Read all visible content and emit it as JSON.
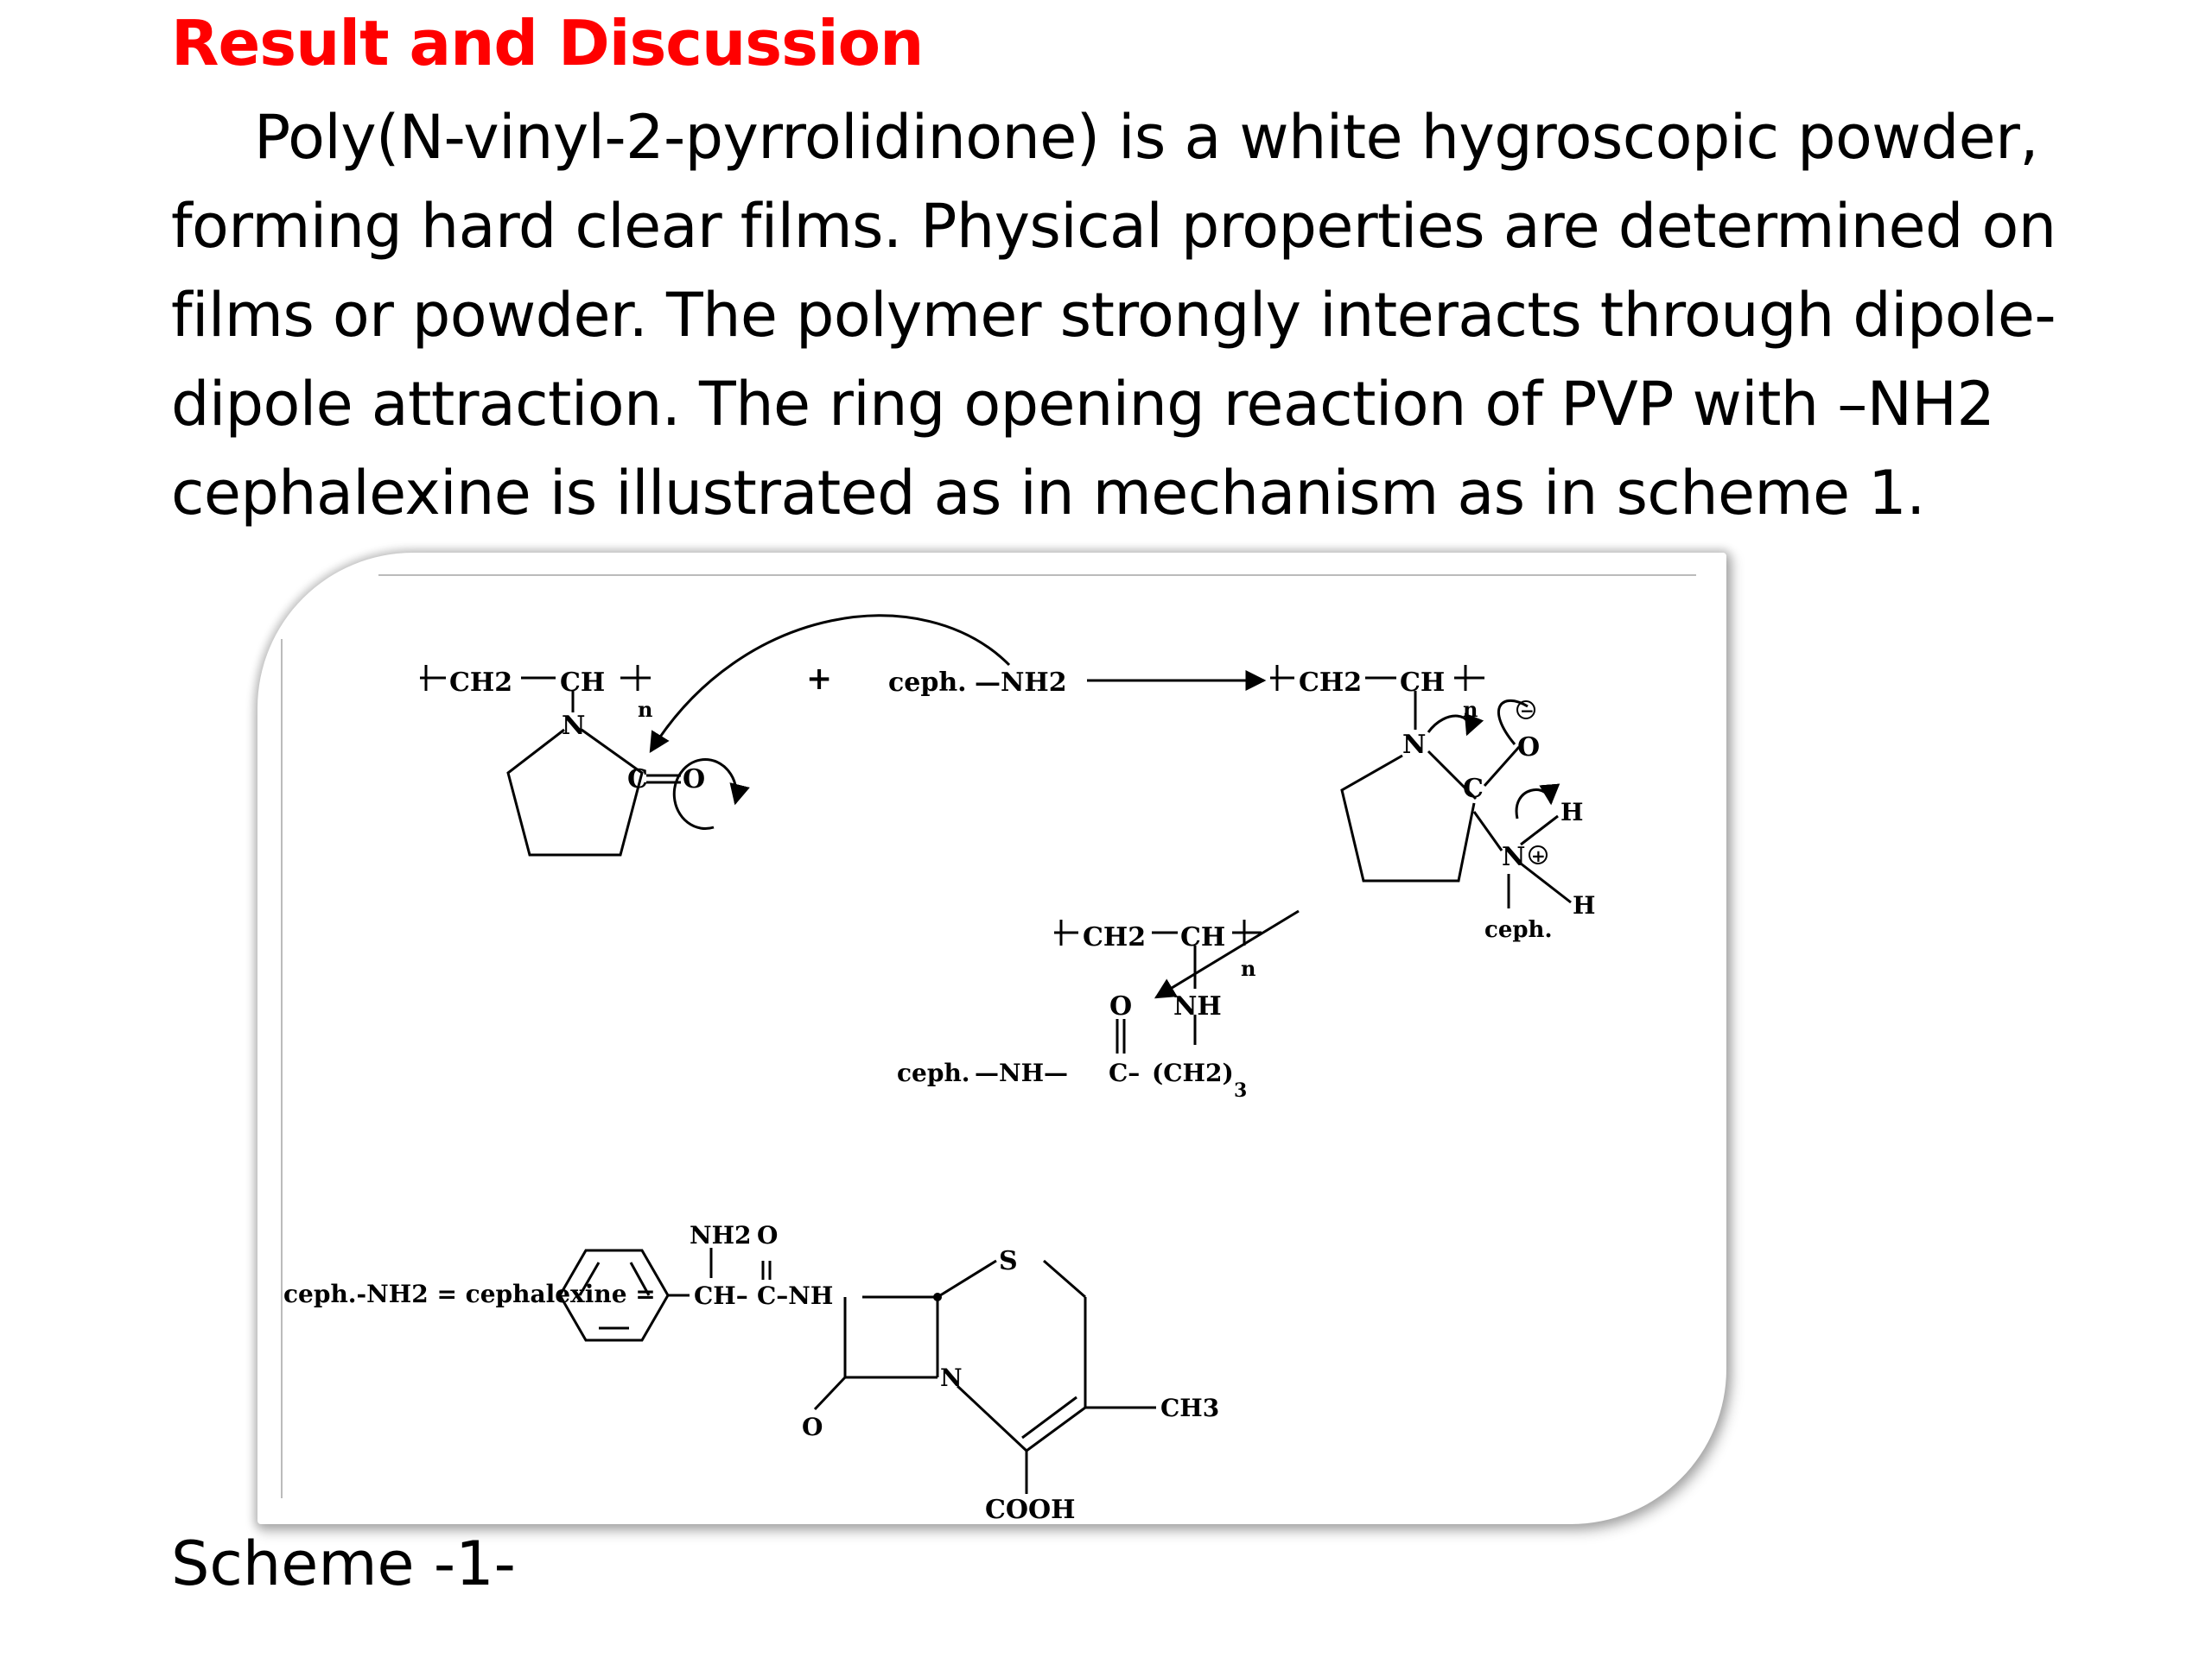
{
  "heading": "Result and Discussion",
  "paragraph_lines": [
    "Poly(N-vinyl-2-pyrrolidinone) is a white hygroscopic powder,",
    "forming hard clear films. Physical properties are determined on",
    "films or powder. The polymer strongly interacts through dipole-",
    "dipole attraction. The ring opening reaction of PVP with –NH2",
    "cephalexine is illustrated as in mechanism as in scheme 1."
  ],
  "caption": "Scheme -1-",
  "scheme": {
    "ch2": "CH2",
    "ch": "CH",
    "n_sub": "n",
    "N": "N",
    "C": "C",
    "O": "O",
    "H": "H",
    "S": "S",
    "plus": "+",
    "ceph": "ceph.",
    "nh2_group": "—NH2",
    "nh": "NH",
    "nh_dash": "—NH—",
    "c_dash": "C–",
    "ch2_3": "(CH2)",
    "sub3": "3",
    "minus": "−",
    "plus_charge": "+",
    "eq_label": "ceph.-NH2 = cephalexine =",
    "nh2_label": "NH2",
    "ch_dash": "CH–",
    "c_nh": "C–NH",
    "ch3": "CH3",
    "cooh": "COOH"
  }
}
